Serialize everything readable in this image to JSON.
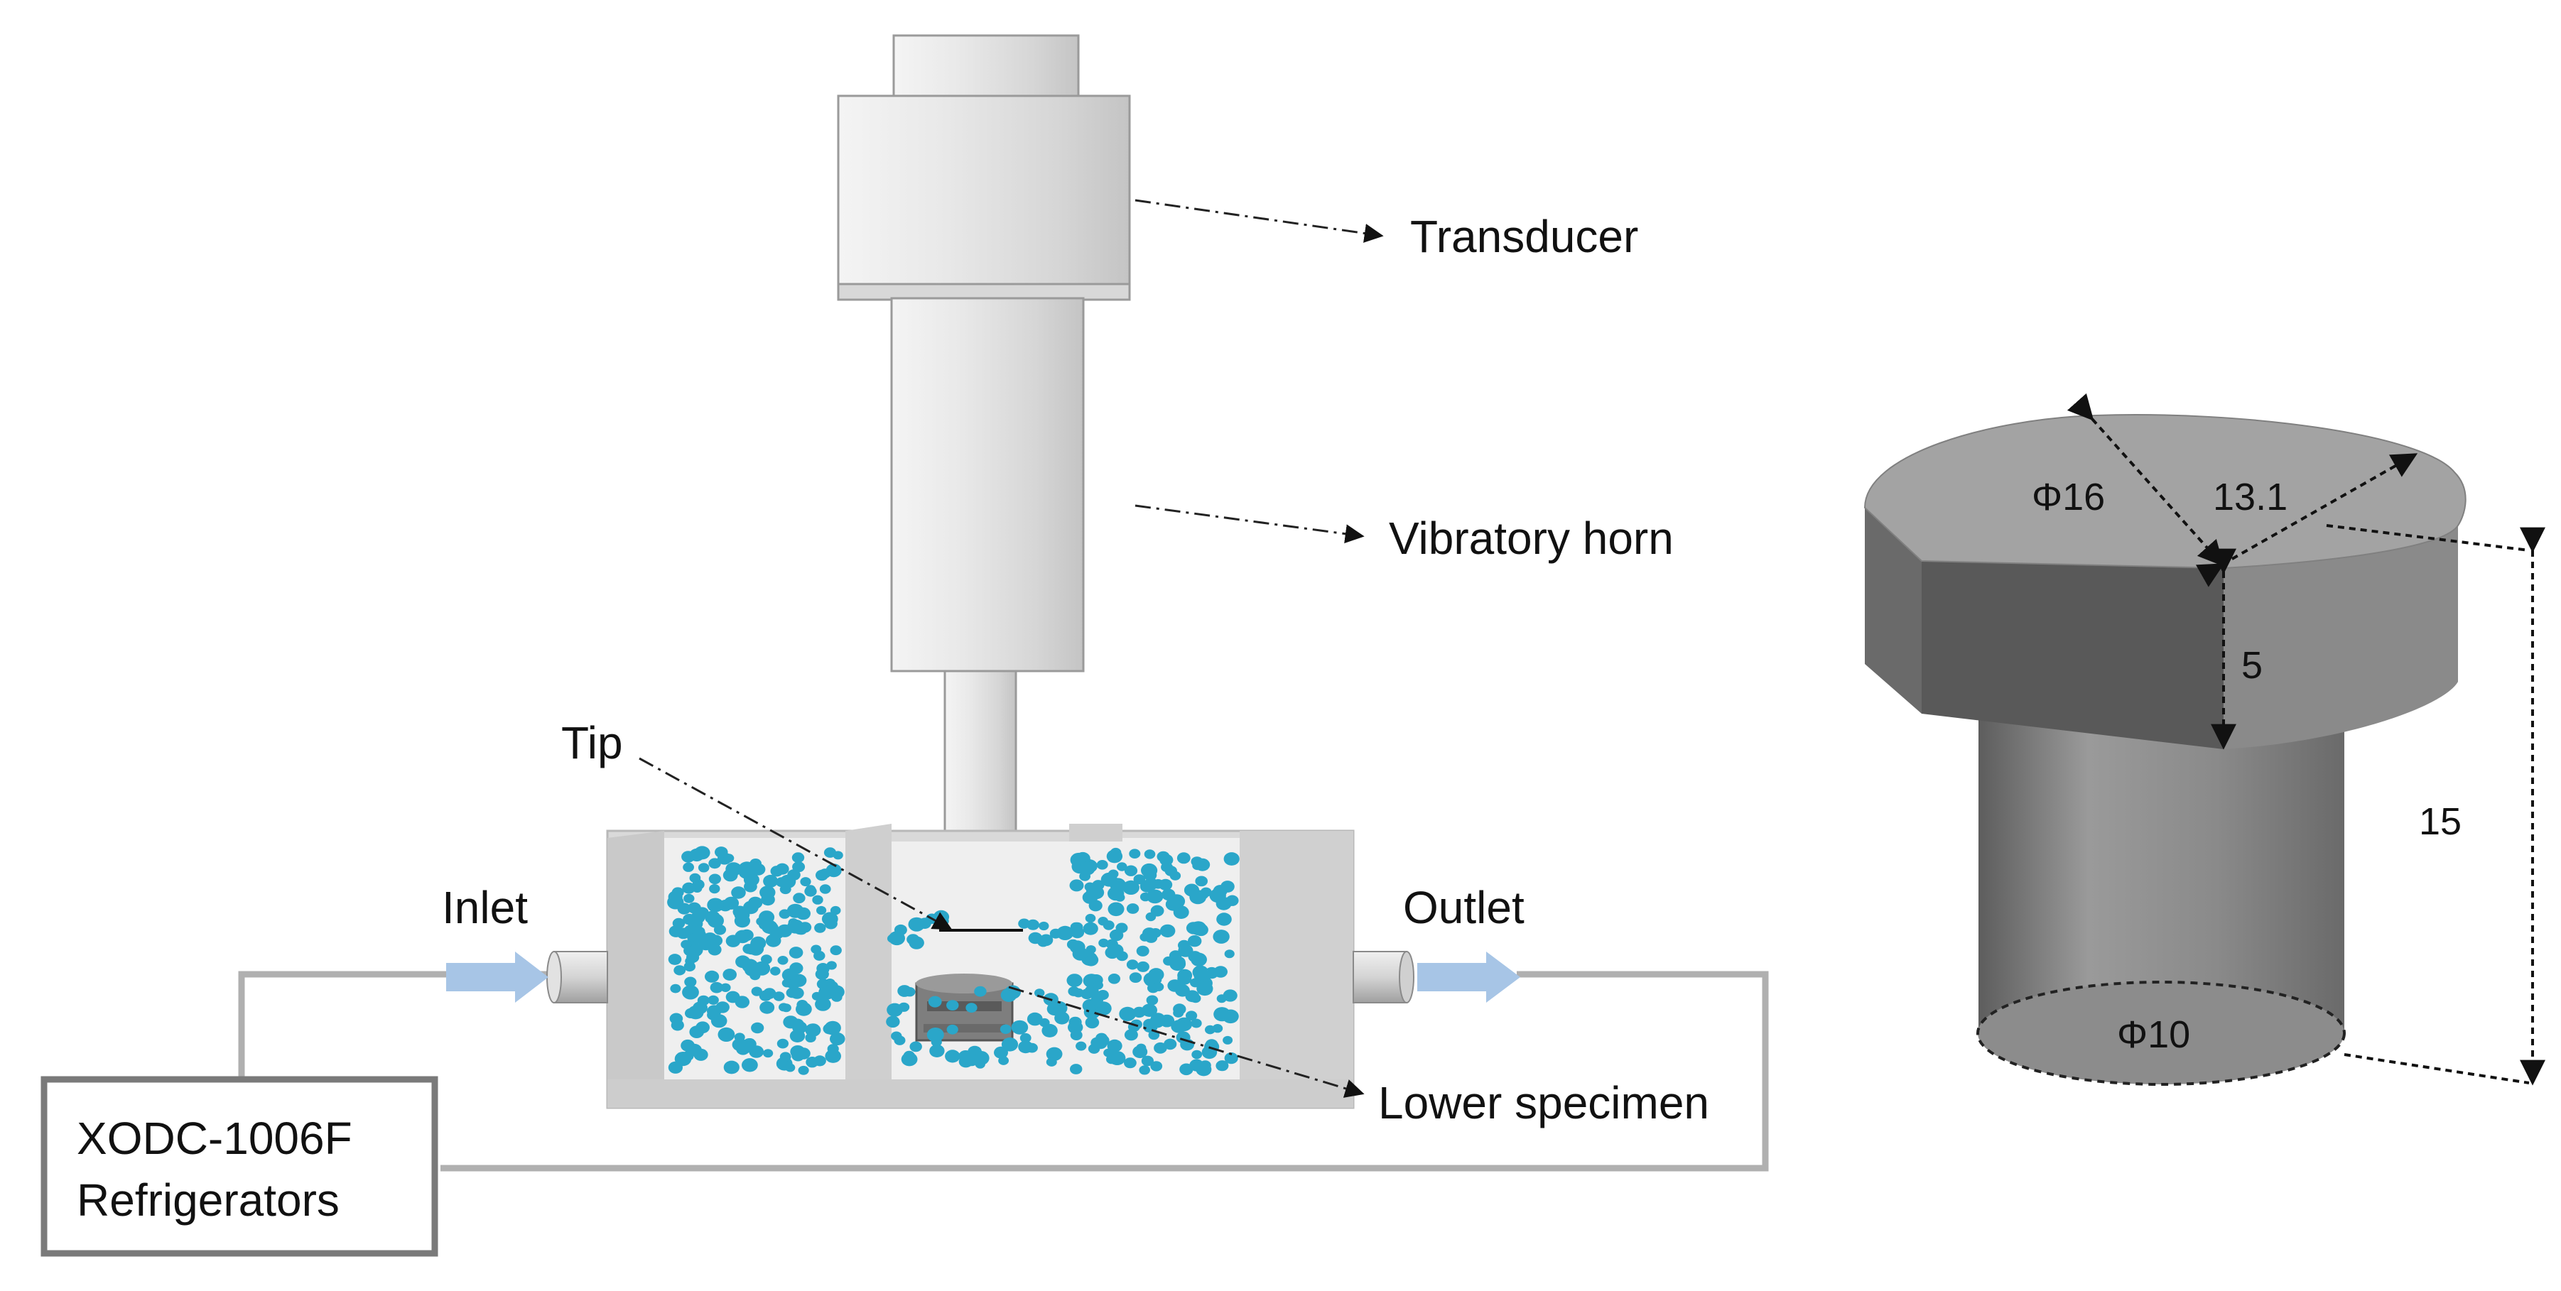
{
  "labels": {
    "transducer": "Transducer",
    "vibratory_horn": "Vibratory horn",
    "tip": "Tip",
    "inlet": "Inlet",
    "outlet": "Outlet",
    "lower_specimen": "Lower specimen",
    "refrigerator_model": "XODC-1006F",
    "refrigerator_name": "Refrigerators"
  },
  "dimensions": {
    "top_diameter": "Φ16",
    "flat_width": "13.1",
    "head_height": "5",
    "total_height": "15",
    "bottom_diameter": "Φ10"
  },
  "colors": {
    "water_particles": "#2aa6c9",
    "flow_arrow": "#a7c5e6",
    "metal_light": "#ececec",
    "metal_mid": "#cfcfcf",
    "tank": "#d4d4d4",
    "specimen": "#7e7e7e",
    "pipe_line": "#b0b0b0",
    "box_border": "#7a7a7a"
  }
}
